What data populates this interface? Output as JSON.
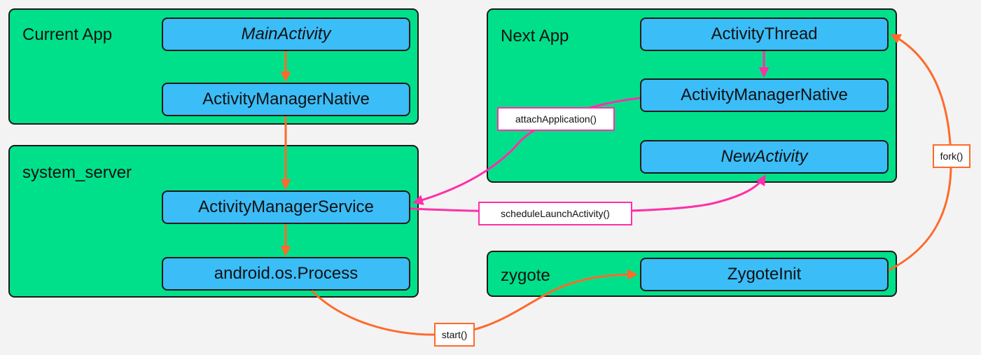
{
  "colors": {
    "group_fill": "#00e08a",
    "node_fill": "#3bbdf8",
    "orange_arrow": "#ff6a2a",
    "pink_arrow": "#ff2fa8",
    "background": "#f3f3f3"
  },
  "groups": {
    "current_app": {
      "title": "Current App",
      "main_activity": "MainActivity",
      "activity_manager_native": "ActivityManagerNative"
    },
    "system_server": {
      "title": "system_server",
      "activity_manager_service": "ActivityManagerService",
      "process": "android.os.Process"
    },
    "next_app": {
      "title": "Next App",
      "activity_thread": "ActivityThread",
      "activity_manager_native": "ActivityManagerNative",
      "new_activity": "NewActivity"
    },
    "zygote": {
      "title": "zygote",
      "zygote_init": "ZygoteInit"
    }
  },
  "edge_labels": {
    "attach_application": "attachApplication()",
    "schedule_launch_activity": "scheduleLaunchActivity()",
    "start": "start()",
    "fork": "fork()"
  }
}
